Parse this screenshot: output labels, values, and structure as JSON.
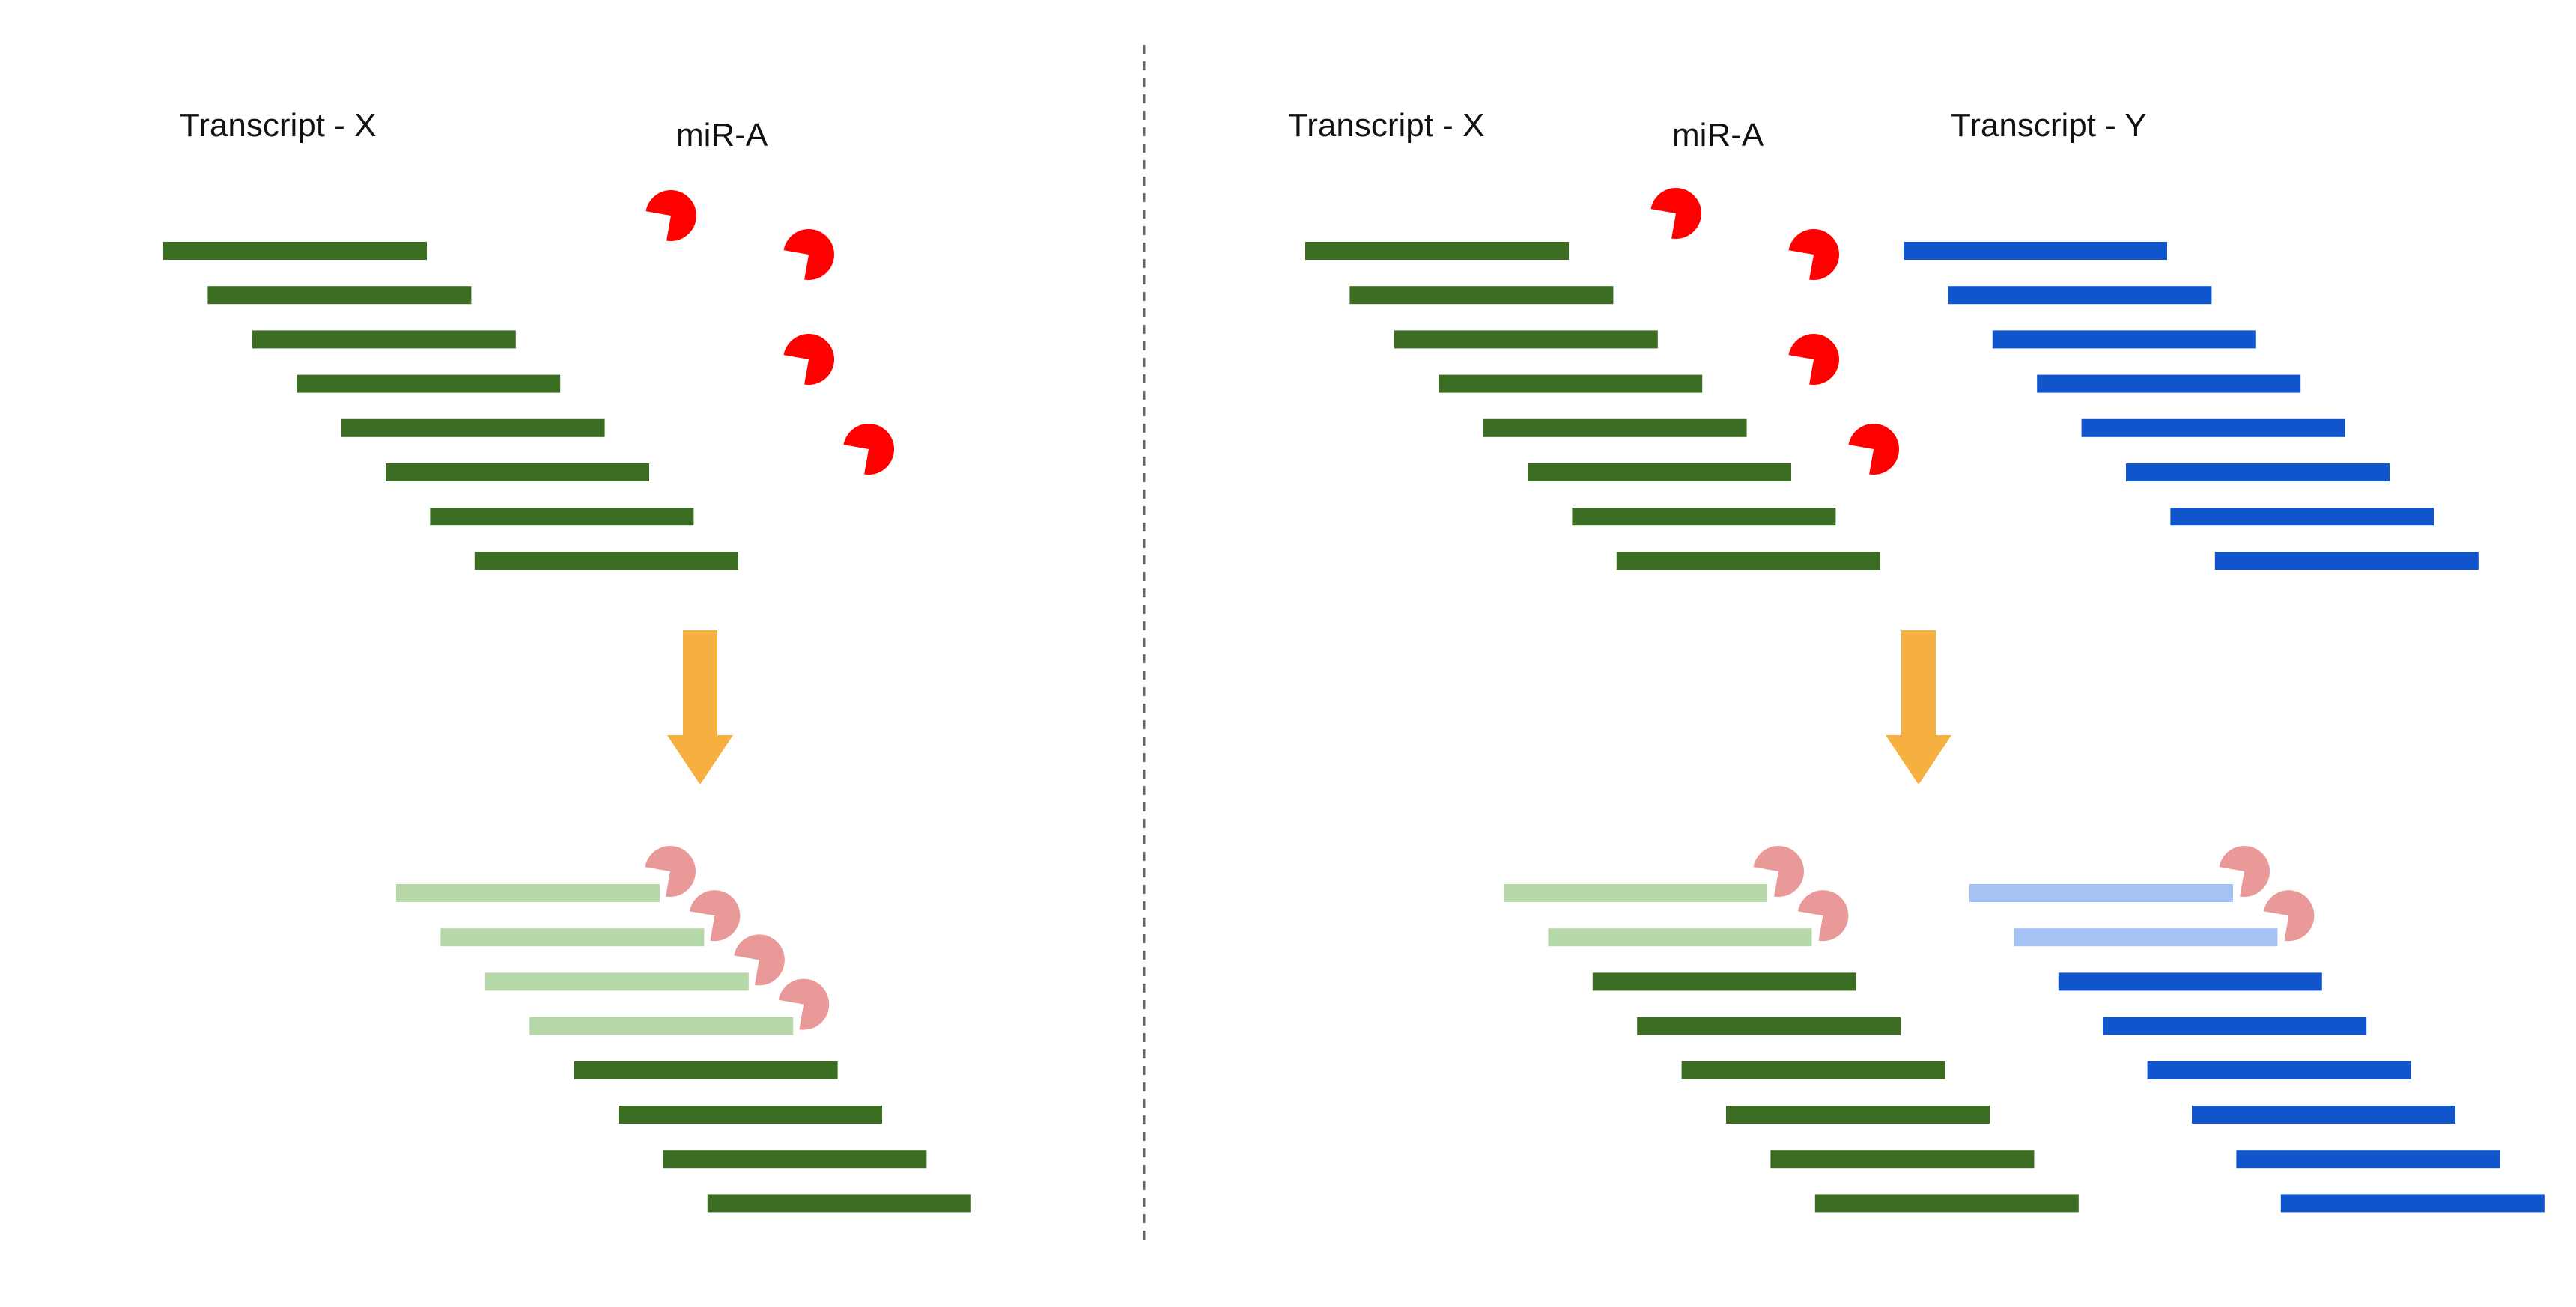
{
  "labels": {
    "left_transcript_x": "Transcript - X",
    "left_mir_a": "miR-A",
    "right_transcript_x": "Transcript - X",
    "right_mir_a": "miR-A",
    "right_transcript_y": "Transcript - Y"
  },
  "colors": {
    "transcript_x": "#3b6e22",
    "transcript_x_bound": "#b6d7a8",
    "transcript_y": "#1155cc",
    "transcript_y_bound": "#a4c2f4",
    "mirna": "#ff0000",
    "mirna_bound": "#ea9999",
    "arrow": "#f6b040",
    "divider": "#666666"
  },
  "panels": [
    {
      "name": "left",
      "before": {
        "transcript_x_count": 8,
        "mirna_count": 4
      },
      "after": {
        "transcript_x_count": 8,
        "transcript_x_bound": 4
      }
    },
    {
      "name": "right",
      "before": {
        "transcript_x_count": 8,
        "mirna_count": 4,
        "transcript_y_count": 8
      },
      "after": {
        "transcript_x_count": 8,
        "transcript_x_bound": 2,
        "transcript_y_count": 8,
        "transcript_y_bound": 2
      }
    }
  ]
}
